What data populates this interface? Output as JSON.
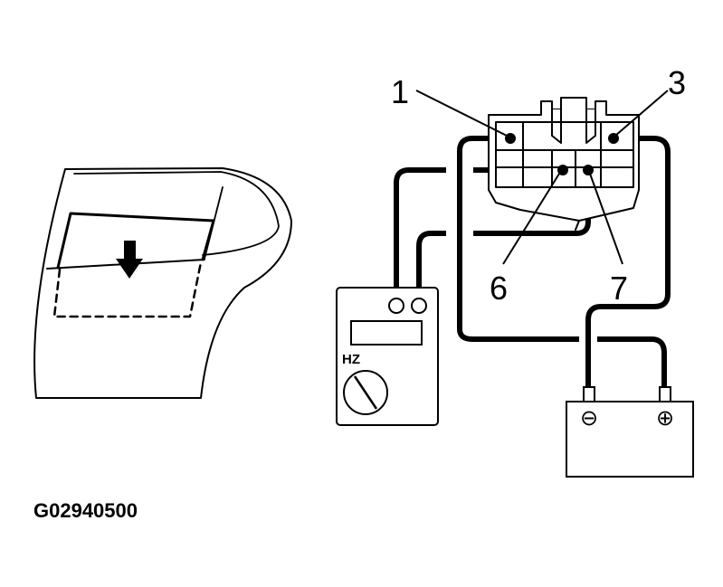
{
  "figure_id": "G02940500",
  "callouts": {
    "terminal_1": "1",
    "terminal_3": "3",
    "terminal_6": "6",
    "terminal_7": "7"
  },
  "meter": {
    "dial_label": "HZ"
  },
  "battery": {
    "negative": "⊖",
    "positive": "⊕"
  }
}
